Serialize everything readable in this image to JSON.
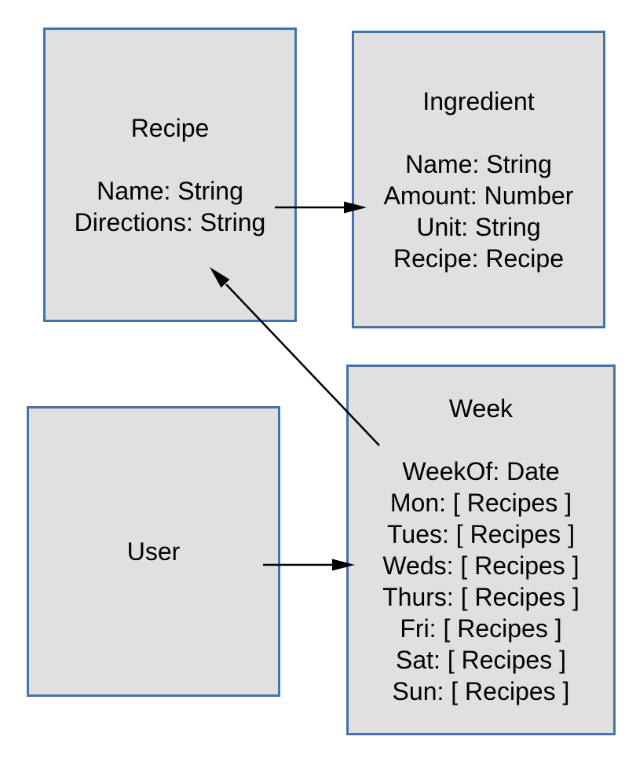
{
  "colors": {
    "background": "#ffffff",
    "box_fill": "#e0e0e0",
    "box_border": "#4472aa",
    "arrow": "#000000",
    "text": "#000000"
  },
  "entities": {
    "recipe": {
      "title": "Recipe",
      "fields": [
        "Name: String",
        "Directions: String"
      ]
    },
    "ingredient": {
      "title": "Ingredient",
      "fields": [
        "Name: String",
        "Amount: Number",
        "Unit: String",
        "Recipe: Recipe"
      ]
    },
    "week": {
      "title": "Week",
      "fields": [
        "WeekOf: Date",
        "Mon: [ Recipes ]",
        "Tues: [ Recipes ]",
        "Weds: [ Recipes ]",
        "Thurs: [ Recipes ]",
        "Fri: [ Recipes ]",
        "Sat: [ Recipes ]",
        "Sun: [ Recipes ]"
      ]
    },
    "user": {
      "title": "User",
      "fields": []
    }
  },
  "relations": [
    {
      "from": "Recipe",
      "to": "Ingredient"
    },
    {
      "from": "Week",
      "to": "Recipe"
    },
    {
      "from": "User",
      "to": "Week"
    }
  ]
}
